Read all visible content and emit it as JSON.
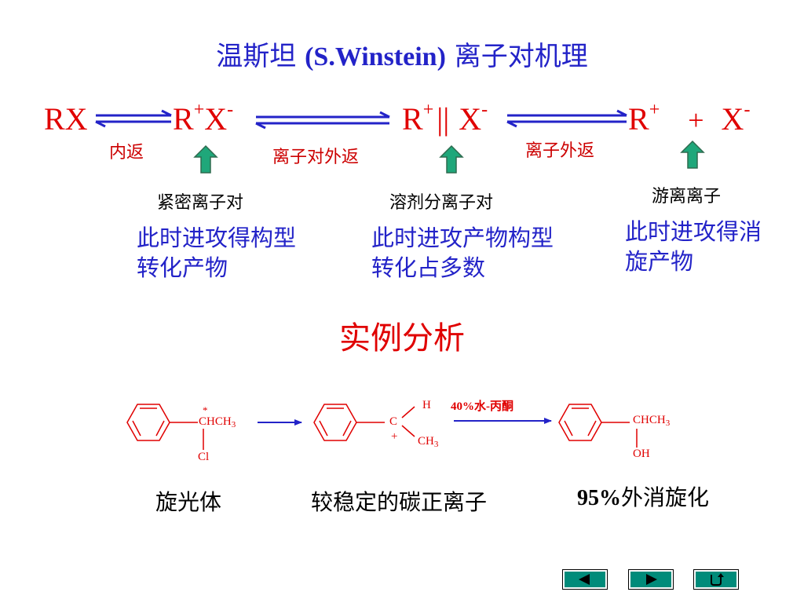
{
  "title": {
    "cn1": "温斯坦",
    "latin": "(S.Winstein)",
    "cn2": "离子对机理"
  },
  "equation": {
    "rx": "RX",
    "r1": "R",
    "plus1": "+",
    "x1": "X",
    "minus1": "-",
    "r2": "R",
    "plus2": "+",
    "sep": "||",
    "x2": "X",
    "minus2": "-",
    "r3": "R",
    "plus3": "+",
    "plus_sign": "+",
    "x3": "X",
    "minus3": "-"
  },
  "arrow_labels": {
    "inner_return": "内返",
    "pair_external_return": "离子对外返",
    "ion_external_return": "离子外返"
  },
  "species": {
    "tight": "紧密离子对",
    "solvent_separated": "溶剂分离子对",
    "free": "游离离子"
  },
  "notes": {
    "tight": "此时进攻得构型转化产物",
    "solvent_separated": "此时进攻产物构型转化占多数",
    "free": "此时进攻得消旋产物"
  },
  "example_title": "实例分析",
  "reaction": {
    "star": "*",
    "reactant_chain": "CHCH",
    "reactant_sub": "3",
    "reactant_cl": "Cl",
    "carbocation_c": "C",
    "carbocation_h": "H",
    "carbocation_plus": "+",
    "carbocation_ch": "CH",
    "carbocation_sub": "3",
    "condition": "40%水-丙酮",
    "product_chain": "CHCH",
    "product_sub": "3",
    "product_oh": "OH"
  },
  "captions": {
    "reactant": "旋光体",
    "intermediate": "较稳定的碳正离子",
    "product_pct": "95%",
    "product_text": "外消旋化"
  },
  "colors": {
    "title": "#2323c8",
    "accent": "#e00000",
    "arrow": "#2323c8",
    "up_arrow": "#1fa77a",
    "nav": "#008b7a"
  },
  "nav": {
    "prev": "triangle-left-icon",
    "next": "triangle-right-icon",
    "return": "return-icon"
  }
}
